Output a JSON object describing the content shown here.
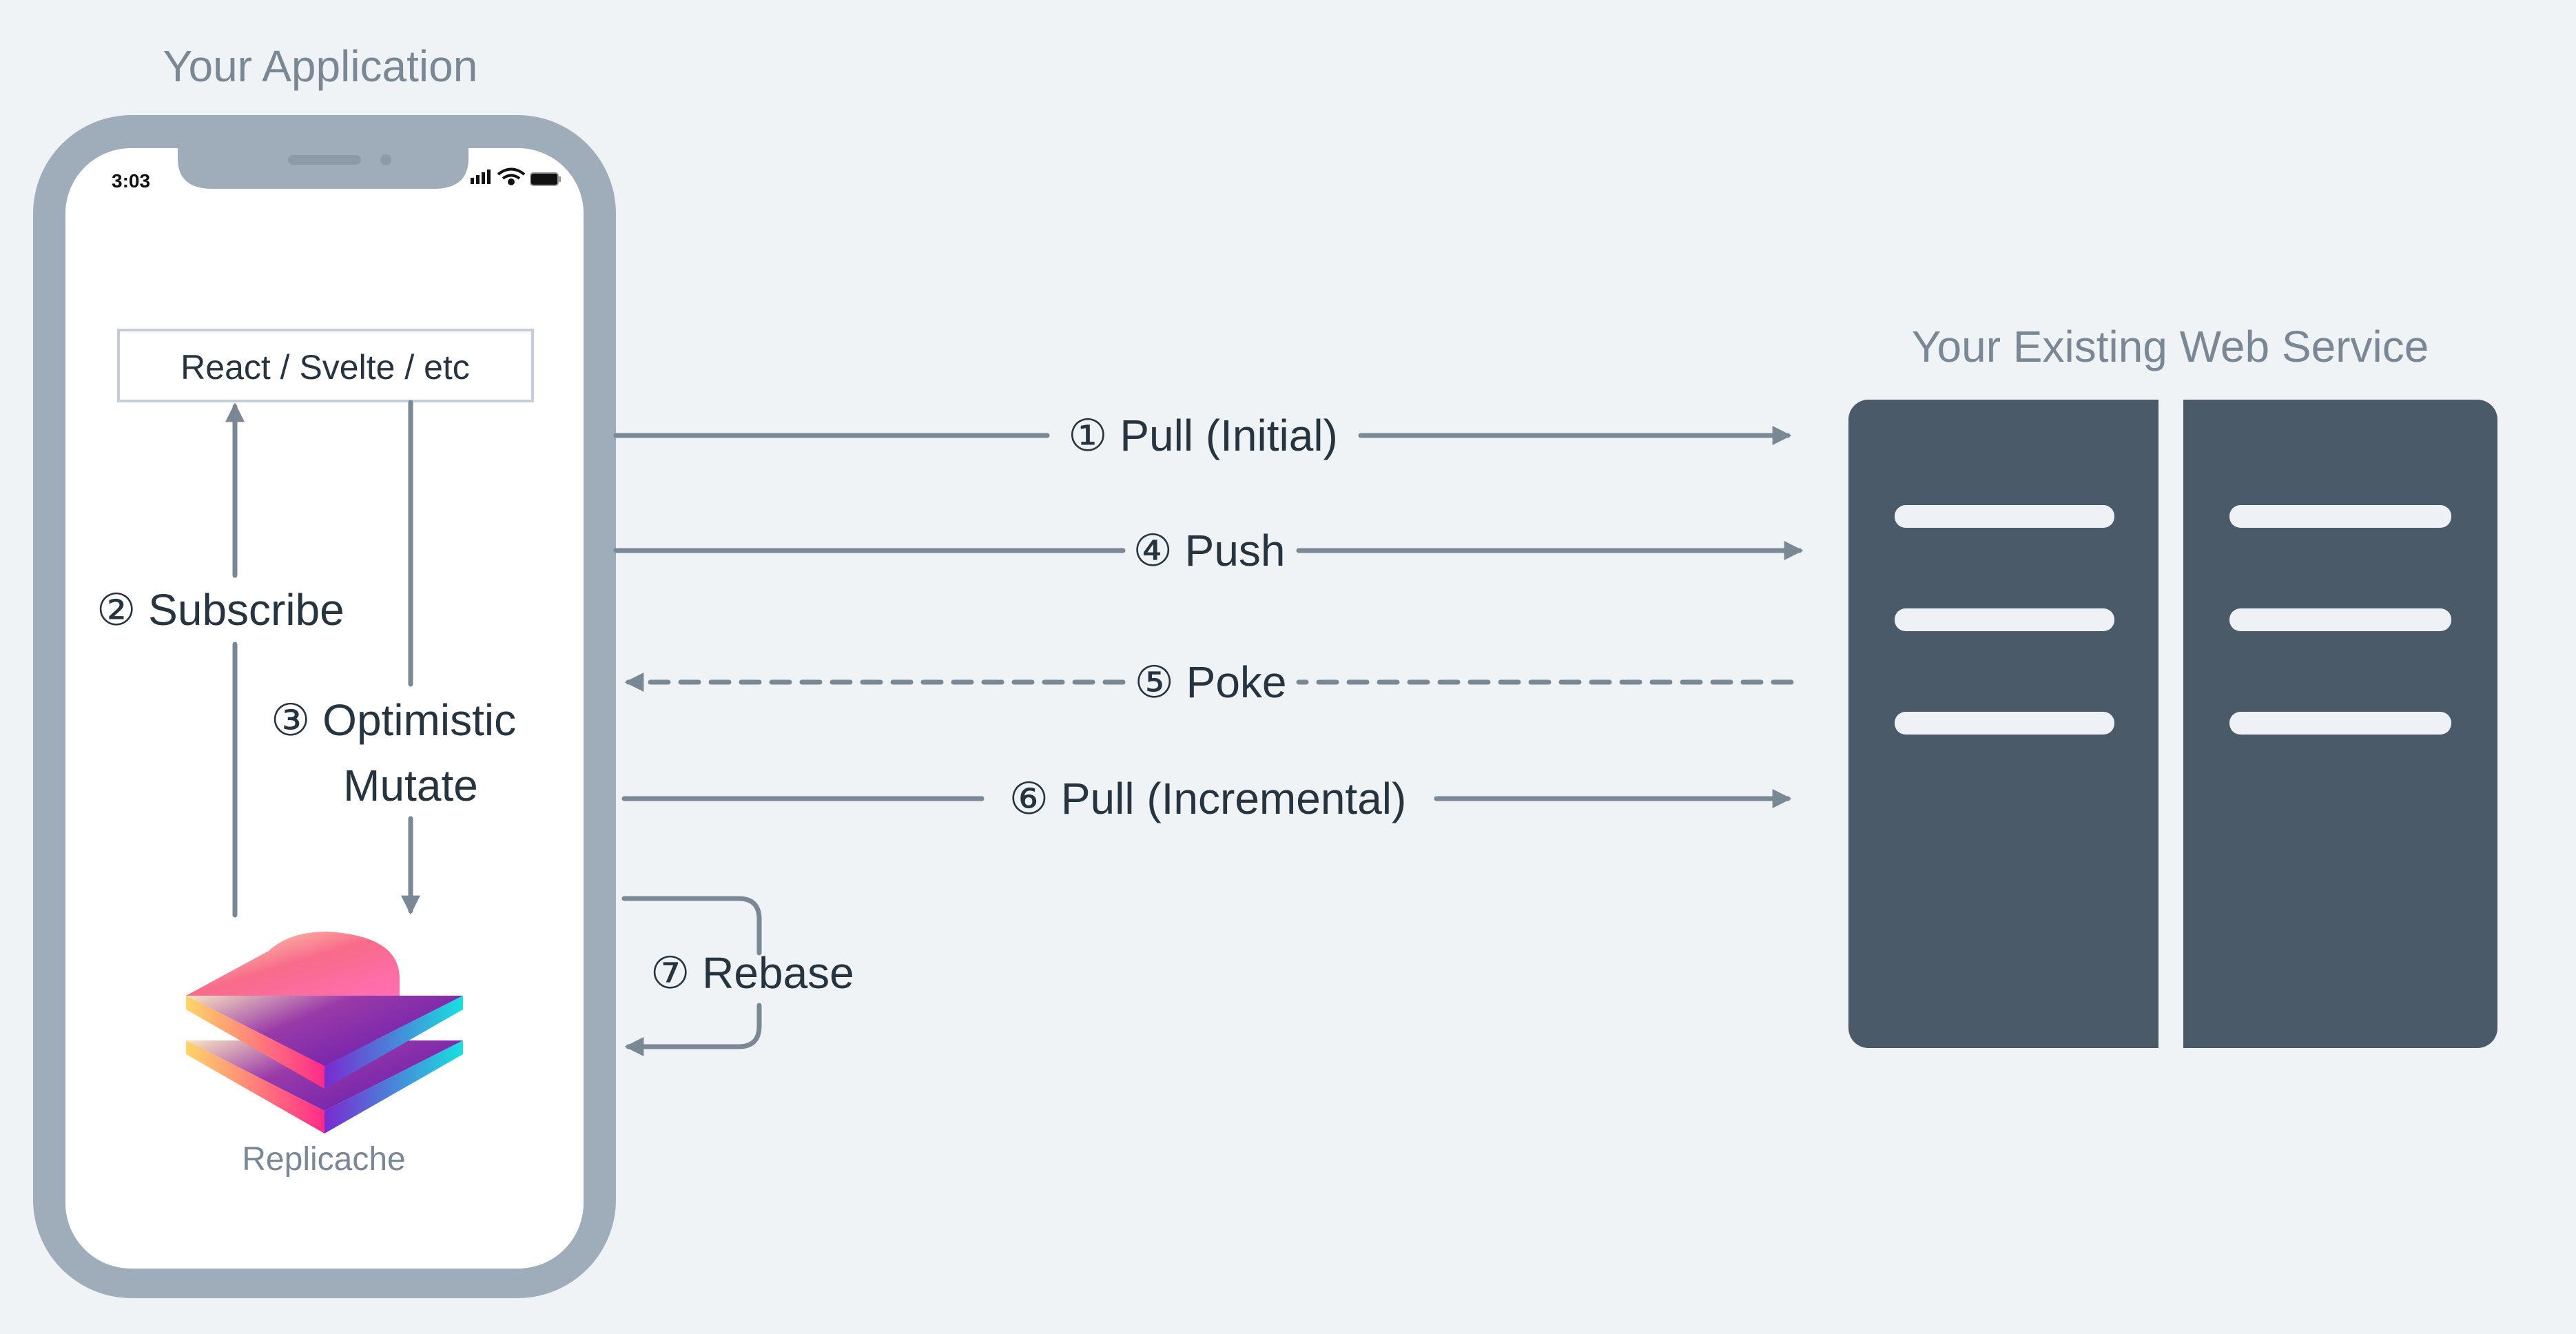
{
  "client": {
    "title": "Your Application",
    "status_time": "3:03",
    "framework_box": "React / Svelte / etc",
    "subscribe_label": "② Subscribe",
    "mutate_label_line1": "③ Optimistic",
    "mutate_label_line2": "Mutate",
    "logo_name": "Replicache"
  },
  "server": {
    "title": "Your Existing Web Service"
  },
  "flows": {
    "pull_initial": "① Pull (Initial)",
    "push": "④ Push",
    "poke": "⑤ Poke",
    "pull_incremental": "⑥ Pull (Incremental)",
    "rebase": "⑦ Rebase"
  },
  "colors": {
    "background": "#eff3f6",
    "phone_frame": "#9eadb9",
    "server": "#4a5a68",
    "arrow": "#7a8896",
    "text": "#263440"
  }
}
